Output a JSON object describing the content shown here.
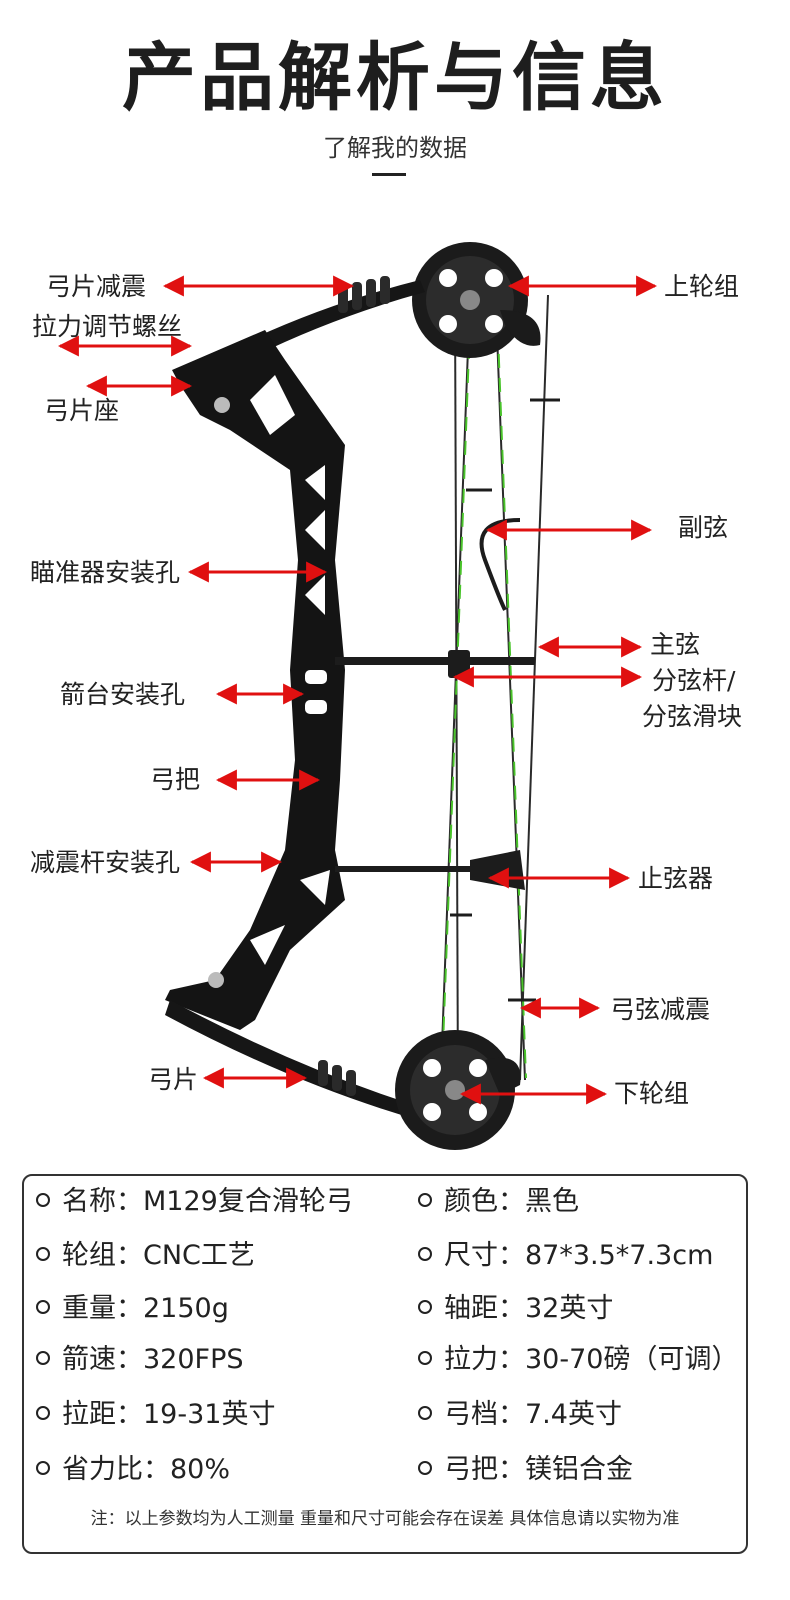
{
  "header": {
    "title": "产品解析与信息",
    "subtitle": "了解我的数据"
  },
  "labels": {
    "limb_damper": "弓片减震",
    "draw_adjust_screw": "拉力调节螺丝",
    "limb_pocket": "弓片座",
    "sight_mount_hole": "瞄准器安装孔",
    "rest_mount_hole": "箭台安装孔",
    "grip": "弓把",
    "stabilizer_mount_hole": "减震杆安装孔",
    "limb": "弓片",
    "upper_cam": "上轮组",
    "secondary_string": "副弦",
    "main_string": "主弦",
    "cable_rod_1": "分弦杆/",
    "cable_rod_2": "分弦滑块",
    "string_stopper": "止弦器",
    "string_damper": "弓弦减震",
    "lower_cam": "下轮组"
  },
  "specs": {
    "left": [
      "名称：M129复合滑轮弓",
      "轮组：CNC工艺",
      "重量：2150g",
      "箭速：320FPS",
      "拉距：19-31英寸",
      "省力比：80%"
    ],
    "right": [
      "颜色：黑色",
      "尺寸：87*3.5*7.3cm",
      "轴距：32英寸",
      "拉力：30-70磅（可调）",
      "弓档：7.4英寸",
      "弓把：镁铝合金"
    ],
    "note": "注：以上参数均为人工测量 重量和尺寸可能会存在误差 具体信息请以实物为准"
  },
  "colors": {
    "arrow": "#e01010",
    "bow": "#1a1a1a",
    "string_accent": "#49c32a"
  }
}
